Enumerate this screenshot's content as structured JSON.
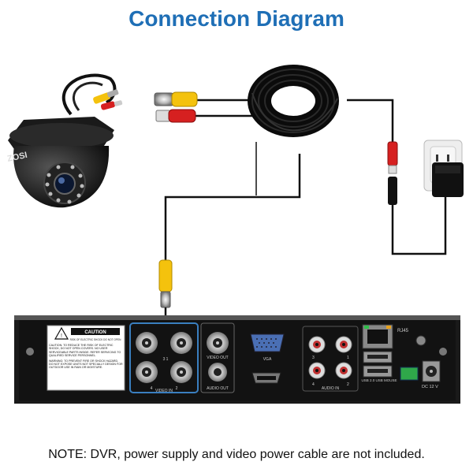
{
  "title": "Connection Diagram",
  "camera": {
    "brand": "ZOSI"
  },
  "dvr": {
    "caution_title": "CAUTION",
    "caution_sub": "RISK OF ELECTRIC SHOCK DO NOT OPEN",
    "caution_text": "CAUTION: TO REDUCE THE RISK OF ELECTRIC SHOCK, DO NOT OPEN COVERS. NO USER SERVICEABLE PARTS INSIDE. REFER SERVICING TO QUALIFIED SERVICE PERSONNEL.",
    "warning_text": "WARNING: TO PREVENT FIRE OR SHOCK HAZARD, DO NOT EXPOSE UNITS NOT SPECIALLY DESIGN FOR OUTDOOR USE IN RAIN OR MOISTURE.",
    "video_in_label": "VIDEO IN",
    "ch3": "3",
    "ch1": "1",
    "ch4": "4",
    "ch2": "2",
    "video_out_label": "VIDEO OUT",
    "audio_out_label": "AUDIO OUT",
    "vga_label": "VGA",
    "audio_in_label": "AUDIO IN",
    "ain1": "1",
    "ain2": "2",
    "ain3": "3",
    "ain4": "4",
    "rj45_label": "RJ45",
    "usb_label": "USB 2.0 USB MOUSE",
    "power_label": "DC 12 V"
  },
  "colors": {
    "title": "#1f6fb6",
    "panel_outline": "#3a7fc0",
    "bnc_yellow": "#f4c20d",
    "dc_red": "#d62020"
  },
  "note": "NOTE: DVR, power supply and video power cable are not included."
}
